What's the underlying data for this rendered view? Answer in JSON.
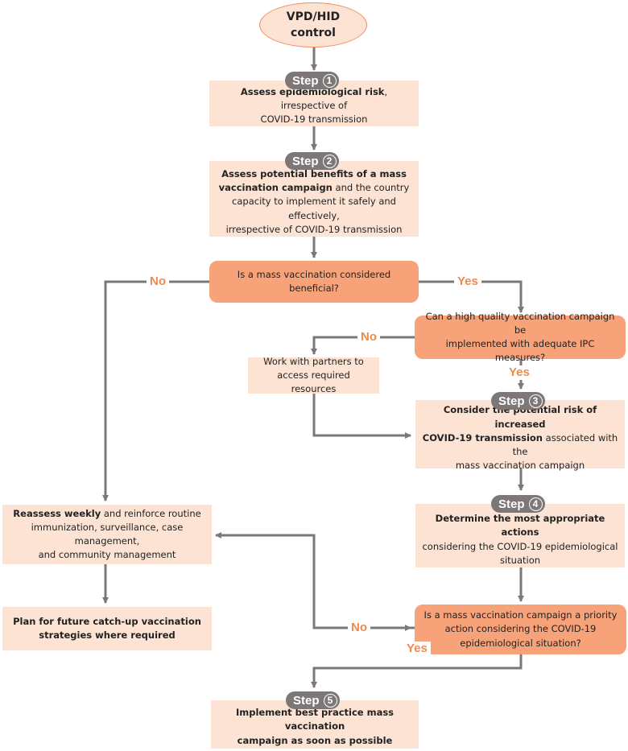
{
  "start": {
    "line1": "VPD/HID",
    "line2": "control"
  },
  "step1": {
    "badge": "Step",
    "num": "1",
    "bold": "Assess epidemiological risk",
    "rest": ", irrespective of",
    "line2": "COVID-19 transmission"
  },
  "step2": {
    "badge": "Step",
    "num": "2",
    "line1": "Assess potential benefits of a mass",
    "line2_bold": "vaccination campaign",
    "line2_rest": " and the country",
    "line3": "capacity to implement it safely and effectively,",
    "line4": "irrespective of COVID-19 transmission"
  },
  "q1": {
    "text": "Is a mass vaccination considered beneficial?"
  },
  "q2": {
    "line1": "Can a high quality vaccination campaign be",
    "line2": "implemented with adequate IPC measures?"
  },
  "partners": {
    "line1": "Work with partners to",
    "line2": "access required resources"
  },
  "step3": {
    "badge": "Step",
    "num": "3",
    "line1": "Consider the potential risk of increased",
    "line2_bold": "COVID-19 transmission",
    "line2_rest": " associated with the",
    "line3": "mass vaccination campaign"
  },
  "step4": {
    "badge": "Step",
    "num": "4",
    "line1": "Determine the most appropriate actions",
    "line2": "considering the COVID-19 epidemiological",
    "line3": "situation"
  },
  "reassess": {
    "bold": "Reassess weekly",
    "rest": " and reinforce routine",
    "line2": "immunization, surveillance, case management,",
    "line3": "and community management"
  },
  "plan": {
    "line1": "Plan for future catch-up vaccination",
    "line2": "strategies where required"
  },
  "q3": {
    "line1": "Is a mass vaccination campaign a priority",
    "line2": "action considering the COVID-19",
    "line3": "epidemiological situation?"
  },
  "step5": {
    "badge": "Step",
    "num": "5",
    "line1": "Implement best practice mass vaccination",
    "line2": "campaign as soon as possible"
  },
  "labels": {
    "no1": "No",
    "yes1": "Yes",
    "no2": "No",
    "yes2": "Yes",
    "no3": "No",
    "yes3": "Yes"
  },
  "colors": {
    "light_fill": "#fde3d3",
    "dark_fill": "#f7a278",
    "arrow": "#7d7777",
    "label": "#ee8a4e"
  }
}
